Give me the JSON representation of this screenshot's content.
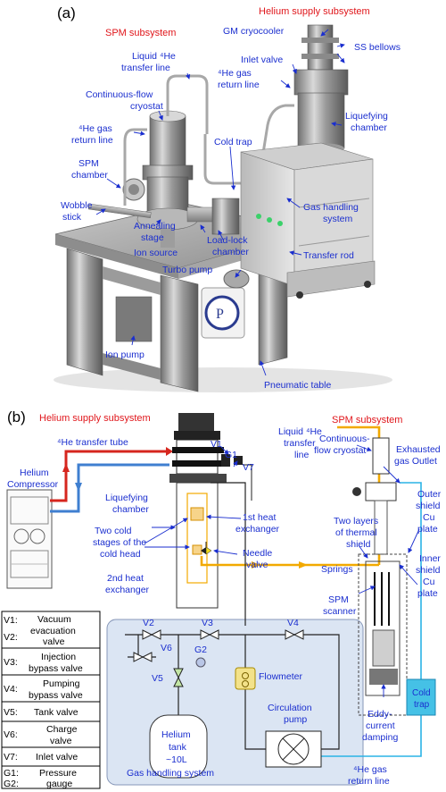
{
  "colors": {
    "label_blue": "#1a2ecf",
    "title_red": "#e0161b",
    "pipe_red": "#d6261e",
    "pipe_blue": "#3f7fd0",
    "pipe_orange": "#f2a900",
    "pipe_cyan": "#2bb3e6",
    "gas_box": "#dbe5f3",
    "cold_trap": "#45c1e6"
  },
  "panel_a": {
    "tag": "(a)",
    "helium_title": "Helium supply subsystem",
    "spm_title": "SPM subsystem",
    "labels": {
      "gm_cryocooler": "GM cryocooler",
      "ss_bellows": "SS bellows",
      "inlet_valve": "Inlet valve",
      "he_return_1": "⁴He gas",
      "he_return_2": "return line",
      "liq_transfer_1": "Liquid ⁴He",
      "liq_transfer_2": "transfer line",
      "cont_flow_1": "Continuous-flow",
      "cont_flow_2": "cryostat",
      "liquefying_1": "Liquefying",
      "liquefying_2": "chamber",
      "gas_ret_1": "⁴He gas",
      "gas_ret_2": "return line",
      "cold_trap": "Cold trap",
      "spm_ch_1": "SPM",
      "spm_ch_2": "chamber",
      "wobble_1": "Wobble",
      "wobble_2": "stick",
      "annealing_1": "Annealing",
      "annealing_2": "stage",
      "gas_handling_1": "Gas handling",
      "gas_handling_2": "system",
      "loadlock_1": "Load-lock",
      "loadlock_2": "chamber",
      "ion_source": "Ion source",
      "transfer_rod": "Transfer rod",
      "turbo_pump": "Turbo pump",
      "ion_pump": "Ion pump",
      "pneumatic_table": "Pneumatic table"
    }
  },
  "panel_b": {
    "tag": "(b)",
    "helium_title": "Helium supply subsystem",
    "spm_title": "SPM subsystem",
    "labels": {
      "transfer_tube": "⁴He transfer tube",
      "compressor_1": "Helium",
      "compressor_2": "Compressor",
      "liquefying_1": "Liquefying",
      "liquefying_2": "chamber",
      "two_cold_1": "Two cold",
      "two_cold_2": "stages of the",
      "two_cold_3": "cold head",
      "second_hx_1": "2nd heat",
      "second_hx_2": "exchanger",
      "first_hx_1": "1st heat",
      "first_hx_2": "exchanger",
      "needle_1": "Needle",
      "needle_2": "valve",
      "v1": "V1",
      "g1": "G1",
      "v7": "V7",
      "liq_line_1": "Liquid ⁴He",
      "liq_line_2": "transfer",
      "liq_line_3": "line",
      "cont_flow_1": "Continuous-",
      "cont_flow_2": "flow cryostat",
      "exhausted_1": "Exhausted",
      "exhausted_2": "gas Outlet",
      "two_layers_1": "Two layers",
      "two_layers_2": "of thermal",
      "two_layers_3": "shield",
      "outer_1": "Outer",
      "outer_2": "shield",
      "outer_3": "Cu",
      "outer_4": "plate",
      "springs": "Springs",
      "spm_scanner_1": "SPM",
      "spm_scanner_2": "scanner",
      "inner_1": "Inner",
      "inner_2": "shield",
      "inner_3": "Cu",
      "inner_4": "plate",
      "eddy_1": "Eddy-",
      "eddy_2": "current",
      "eddy_3": "damping",
      "cold_trap_1": "Cold",
      "cold_trap_2": "trap",
      "v2": "V2",
      "v3": "V3",
      "v4": "V4",
      "v5": "V5",
      "v6": "V6",
      "g2": "G2",
      "flowmeter": "Flowmeter",
      "tank_1": "Helium",
      "tank_2": "tank",
      "tank_3": "~10L",
      "circ_1": "Circulation",
      "circ_2": "pump",
      "gas_system": "Gas handling system",
      "return_1": "⁴He gas",
      "return_2": "return line"
    },
    "legend": [
      {
        "key": "V1:",
        "key2": "V2:",
        "desc1": "Vacuum",
        "desc2": "evacuation",
        "desc3": "valve"
      },
      {
        "key": "V3:",
        "desc1": "Injection",
        "desc2": "bypass valve"
      },
      {
        "key": "V4:",
        "desc1": "Pumping",
        "desc2": "bypass valve"
      },
      {
        "key": "V5:",
        "desc1": "Tank valve"
      },
      {
        "key": "V6:",
        "desc1": "Charge",
        "desc2": "valve"
      },
      {
        "key": "V7:",
        "desc1": "Inlet valve"
      },
      {
        "key": "G1:",
        "key2": "G2:",
        "desc1": "Pressure",
        "desc2": "gauge"
      }
    ]
  }
}
